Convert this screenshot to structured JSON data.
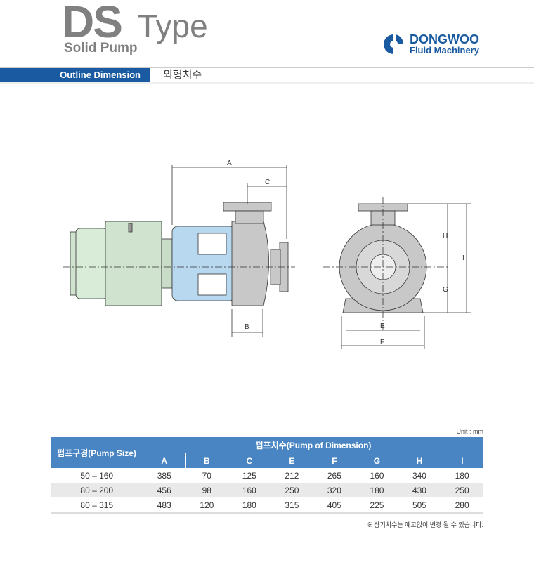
{
  "header": {
    "title_main": "DS",
    "title_type": "Type",
    "subtitle": "Solid Pump",
    "logo_name": "DONGWOO",
    "logo_sub": "Fluid Machinery"
  },
  "section": {
    "label_en": "Outline Dimension",
    "label_ko": "외형치수"
  },
  "drawing": {
    "labels": {
      "a": "A",
      "b": "B",
      "c": "C",
      "e": "E",
      "f": "F",
      "g": "G",
      "h": "H",
      "i": "I"
    }
  },
  "table": {
    "unit": "Unit : mm",
    "size_header": "펌프구경(Pump Size)",
    "dim_header": "펌프치수(Pump of Dimension)",
    "columns": [
      "A",
      "B",
      "C",
      "E",
      "F",
      "G",
      "H",
      "I"
    ],
    "rows": [
      {
        "size": "50 – 160",
        "values": [
          "385",
          "70",
          "125",
          "212",
          "265",
          "160",
          "340",
          "180"
        ]
      },
      {
        "size": "80 – 200",
        "values": [
          "456",
          "98",
          "160",
          "250",
          "320",
          "180",
          "430",
          "250"
        ]
      },
      {
        "size": "80 – 315",
        "values": [
          "483",
          "120",
          "180",
          "315",
          "405",
          "225",
          "505",
          "280"
        ]
      }
    ]
  },
  "note": "※ 상기치수는 예고없이 변경 될 수 있습니다.",
  "colors": {
    "brand": "#1a5aa0",
    "table_header": "#4a85c3"
  }
}
